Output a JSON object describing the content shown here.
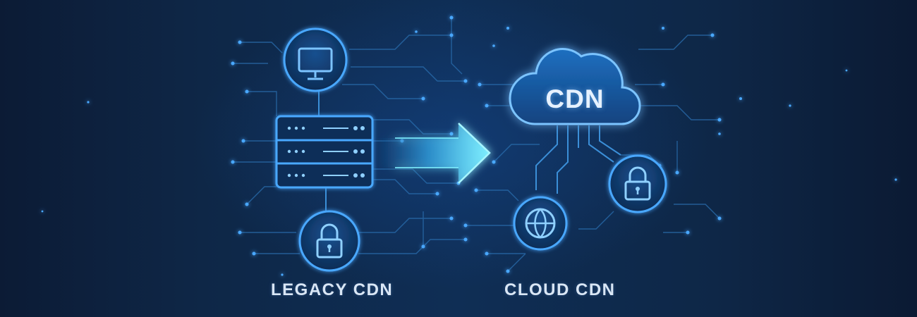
{
  "diagram": {
    "left_label": "LEGACY CDN",
    "right_label": "CLOUD CDN",
    "cloud_text": "CDN"
  },
  "icons": {
    "monitor": "monitor-icon",
    "server": "server-rack-icon",
    "left_lock": "lock-icon",
    "right_lock": "lock-icon",
    "globe": "globe-icon",
    "cloud": "cloud-icon",
    "arrow": "arrow-right-icon"
  },
  "colors": {
    "background": "#0a1a33",
    "accent": "#4aa8ff",
    "arrow": "#6fe3ff",
    "text": "#d9e6f5"
  }
}
